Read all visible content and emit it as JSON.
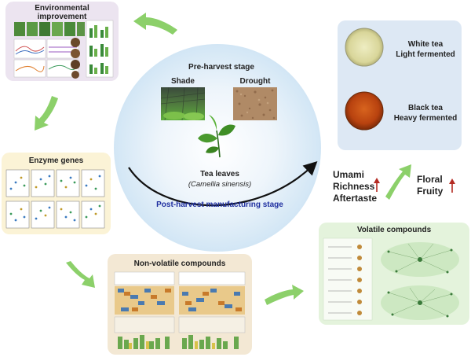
{
  "panels": {
    "environmental": {
      "title_line1": "Environmental",
      "title_line2": "improvement"
    },
    "enzyme": {
      "title": "Enzyme genes"
    },
    "nonvolatile": {
      "title": "Non-volatile compounds"
    },
    "volatile": {
      "title": "Volatile compounds"
    },
    "tea_types": {
      "white_line1": "White tea",
      "white_line2": "Light fermented",
      "black_line1": "Black tea",
      "black_line2": "Heavy fermented"
    }
  },
  "center": {
    "preharvest": "Pre-harvest stage",
    "shade": "Shade",
    "drought": "Drought",
    "tea_leaves": "Tea leaves",
    "species": "(Camellia sinensis)",
    "postharvest": "Post-harvest manufacturing stage"
  },
  "sensory": {
    "taste_line1": "Umami",
    "taste_line2": "Richness",
    "taste_line3": "Aftertaste",
    "aroma_line1": "Floral",
    "aroma_line2": "Fruity"
  },
  "colors": {
    "env_panel": "#ece4f0",
    "enzyme_panel": "#fbf3d6",
    "nonvolatile_panel": "#f3e8d4",
    "volatile_panel": "#e4f3dc",
    "tea_panel": "#dde8f4",
    "flow_arrow": "#8cd06a",
    "post_text": "#1f2fa0",
    "up_arrow": "#b42a22"
  }
}
